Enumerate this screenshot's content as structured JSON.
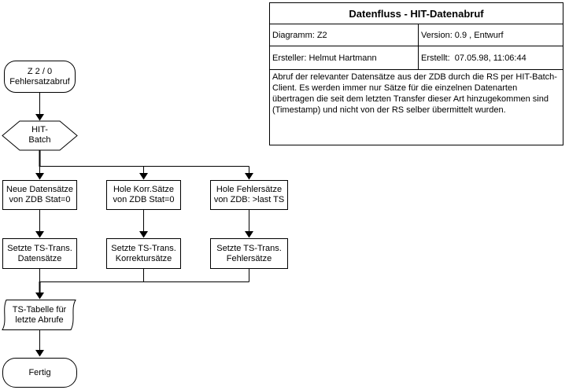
{
  "titleblock": {
    "title": "Datenfluss - HIT-Datenabruf",
    "diagram": "Diagramm: Z2",
    "version": "Version: 0.9 , Entwurf",
    "author": "Ersteller: Helmut Hartmann",
    "created": "Erstellt:  07.05.98, 11:06:44",
    "description": "Abruf der relevanter Datensätze aus der ZDB durch die RS per HIT-Batch-Client. Es werden immer nur Sätze für die einzelnen Datenarten übertragen die seit dem letzten Transfer dieser Art hinzugekommen sind (Timestamp) und nicht von der RS selber übermittelt wurden."
  },
  "flowchart": {
    "start": "Z 2 / 0\nFehlersatzabruf",
    "preparation": "HIT-\nBatch",
    "row1": [
      {
        "label": "Neue Datensätze\nvon ZDB Stat=0"
      },
      {
        "label": "Hole Korr.Sätze\nvon ZDB Stat=0"
      },
      {
        "label": "Hole Fehlersätze\nvon ZDB: >last TS"
      }
    ],
    "row2": [
      {
        "label": "Setzte TS-Trans.\nDatensätze"
      },
      {
        "label": "Setzte TS-Trans.\nKorrektursätze"
      },
      {
        "label": "Setzte TS-Trans.\nFehlersätze"
      }
    ],
    "store": "TS-Tabelle für\nletzte Abrufe",
    "end": "Fertig"
  },
  "colors": {
    "line": "#000000",
    "background": "#ffffff",
    "text": "#000000"
  }
}
